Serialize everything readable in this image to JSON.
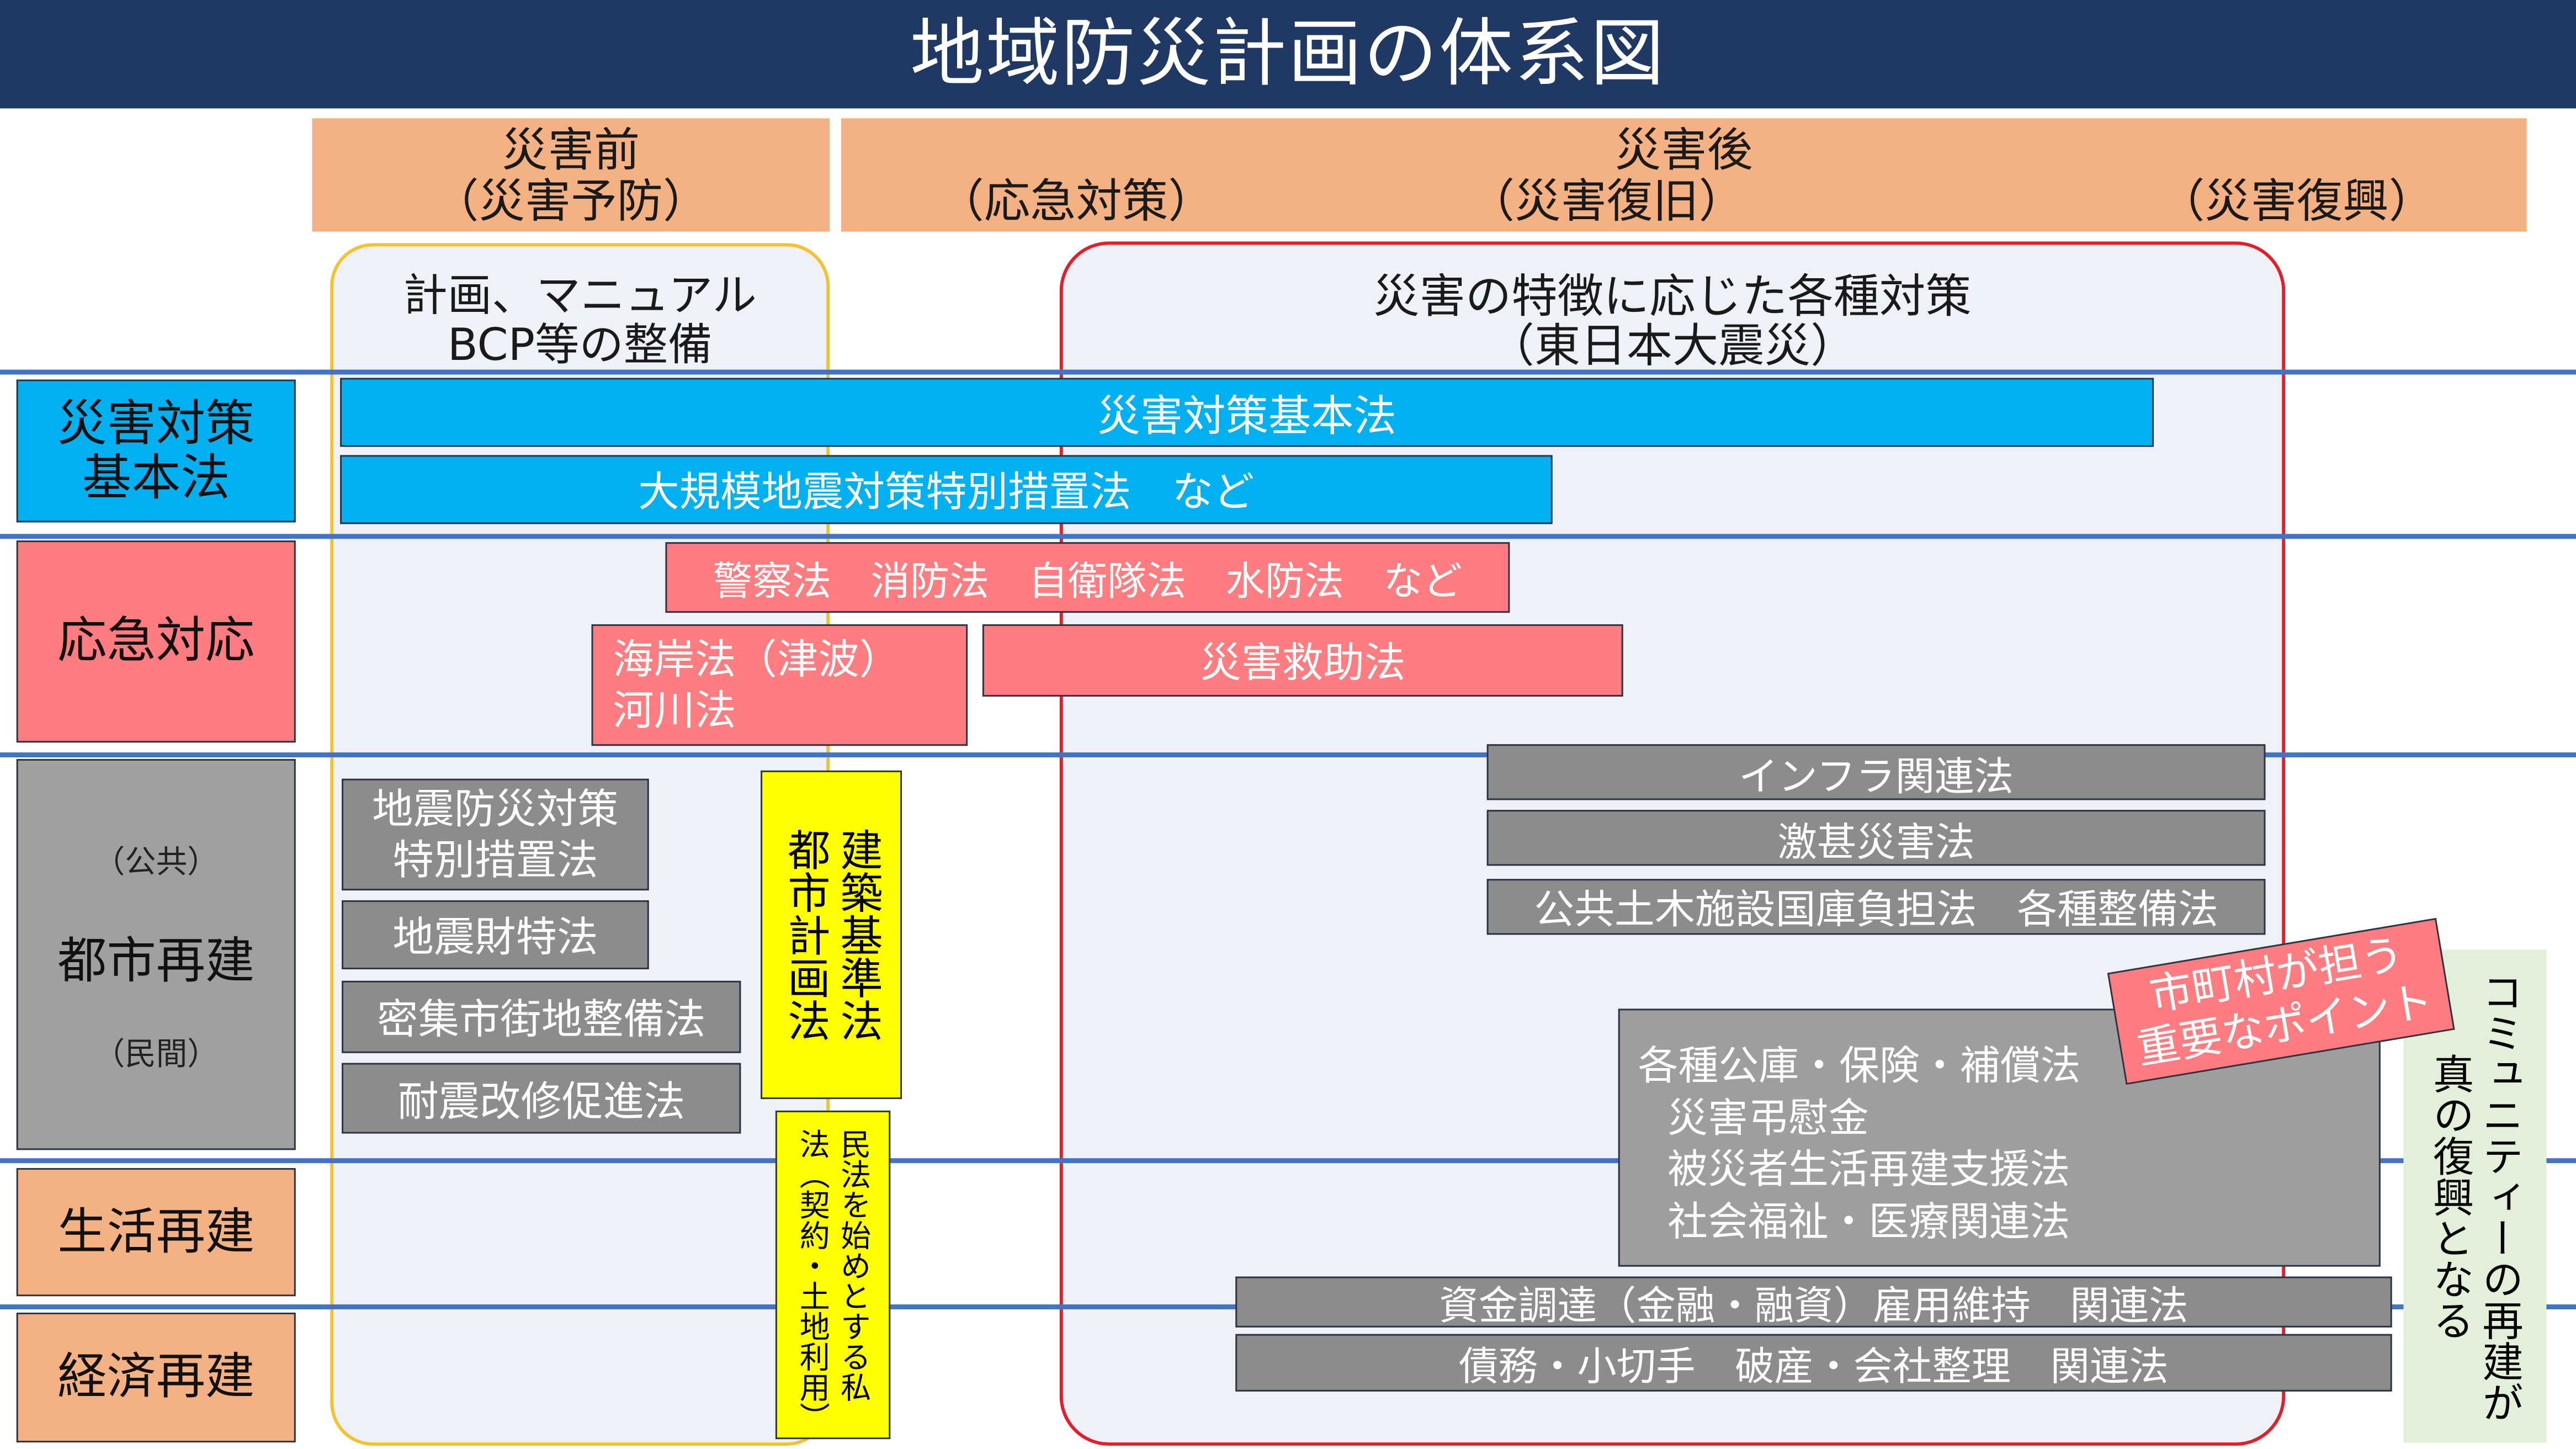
{
  "title": "地域防災計画の体系図",
  "phases": {
    "before": {
      "label": "災害前",
      "sub": "（災害予防）"
    },
    "after": {
      "label": "災害後",
      "emergency": "（応急対策）",
      "recovery": "（災害復旧）",
      "reconstruction": "（災害復興）"
    }
  },
  "panels": {
    "planning": {
      "line1": "計画、マニュアル",
      "line2": "BCP等の整備"
    },
    "measures": {
      "line1": "災害の特徴に応じた各種対策",
      "line2": "（東日本大震災）"
    }
  },
  "categories": {
    "basic_act": {
      "line1": "災害対策",
      "line2": "基本法"
    },
    "emergency": {
      "label": "応急対応"
    },
    "urban": {
      "public": "（公共）",
      "label": "都市再建",
      "private": "（民間）"
    },
    "livelihood": {
      "label": "生活再建"
    },
    "economic": {
      "label": "経済再建"
    }
  },
  "laws": {
    "basic_act": "災害対策基本法",
    "large_earthquake": "大規模地震対策特別措置法　など",
    "emergency_services": "警察法　消防法　自衛隊法　水防法　など",
    "coast_river": {
      "line1": "海岸法（津波）",
      "line2": "河川法"
    },
    "disaster_relief": "災害救助法",
    "infrastructure": "インフラ関連法",
    "severe_disaster": "激甚災害法",
    "public_works": "公共土木施設国庫負担法　各種整備法",
    "earthquake_measures": {
      "line1": "地震防災対策",
      "line2": "特別措置法"
    },
    "earthquake_finance": "地震財特法",
    "dense_urban": "密集市街地整備法",
    "seismic_retrofit": "耐震改修促進法",
    "building_planning": {
      "line1": "建築基準法",
      "line2": "都市計画法"
    },
    "private_law": {
      "line1": "民法を始めとする私",
      "line2": "法（契約・土地利用）"
    },
    "livelihood_support": [
      "各種公庫・保険・補償法",
      "災害弔慰金",
      "被災者生活再建支援法",
      "社会福祉・医療関連法"
    ],
    "financing": "資金調達（金融・融資）雇用維持　関連法",
    "debt": "債務・小切手　破産・会社整理　関連法"
  },
  "callouts": {
    "municipal_point": {
      "line1": "市町村が担う",
      "line2": "重要なポイント"
    },
    "community": {
      "line1": "コミュニティーの再建が",
      "line2": "真の復興となる"
    }
  },
  "colors": {
    "title_bar": "#203864",
    "phase_header": "#f4b183",
    "panel_fill": "#eef2f8",
    "planning_border": "#f2c230",
    "measures_border": "#e0202a",
    "grid_line": "#4472c4",
    "basic_act": "#00b0f0",
    "emergency": "#ff7c80",
    "urban_category": "#a0a0a0",
    "law_grey": "#8c8c8c",
    "support_grey": "#9e9e9e",
    "building_yellow": "#ffff00",
    "community_green": "#e2f0d9"
  }
}
